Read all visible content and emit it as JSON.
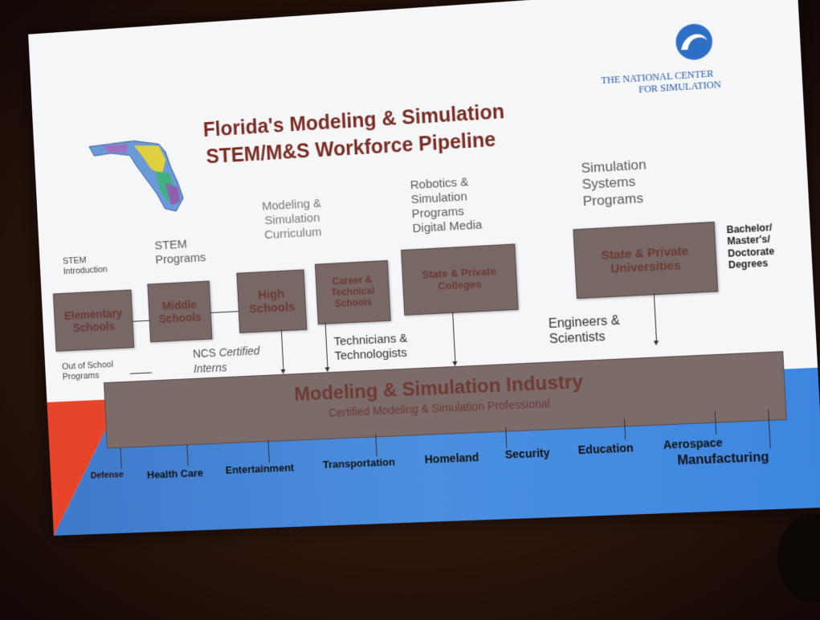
{
  "slide": {
    "title_line_1": "Florida's Modeling  & Simulation",
    "title_line_2": "STEM/M&S Workforce Pipeline",
    "org_name_line_1": "THE NATIONAL CENTER",
    "org_name_line_2": "FOR SIMULATION",
    "logo_icon": "wave-circle-icon",
    "map_icon": "florida-map-icon",
    "colors": {
      "title": "#7a2d24",
      "box": "#776765",
      "box_text": "#6e3a33",
      "org_text": "#2a5aa8",
      "band_red": "#e8442a",
      "band_blue": "#4b8fe0"
    },
    "stages": [
      {
        "label": "STEM\nIntroduction",
        "box": "Elementary\nSchools"
      },
      {
        "label": "STEM\nPrograms",
        "box": "Middle\nSchools"
      },
      {
        "label": "Modeling &\nSimulation\nCurriculum",
        "box": "High\nSchools"
      },
      {
        "label": "",
        "box": "Career &\nTechnical\nSchools"
      },
      {
        "label": "Robotics &\nSimulation\nPrograms\nDigital Media",
        "box": "State & Private\nColleges"
      },
      {
        "label": "Simulation\nSystems\nPrograms",
        "box": "State & Private\nUniversities"
      }
    ],
    "degrees_label": "Bachelor/\nMaster's/\nDoctorate\nDegrees",
    "out_of_school": "Out of School\nPrograms",
    "certified_interns_prefix": "NCS ",
    "certified_interns_em": "Certified",
    "certified_interns_suffix": "Interns",
    "technicians": "Technicians &\nTechnologists",
    "engineers": "Engineers &\nScientists",
    "industry_title": "Modeling & Simulation Industry",
    "industry_subtitle": "Certified Modeling & Simulation  Professional",
    "sectors": [
      "Defense",
      "Health Care",
      "Entertainment",
      "Transportation",
      "Homeland",
      "Security",
      "Education",
      "Aerospace",
      "Manufacturing"
    ]
  }
}
